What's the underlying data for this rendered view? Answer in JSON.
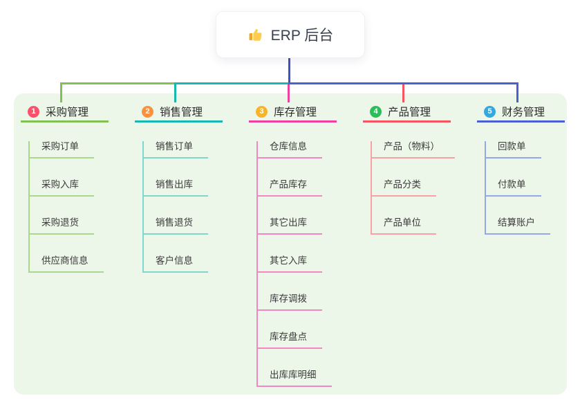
{
  "root": {
    "label": "ERP 后台",
    "icon": "thumbs-up-icon"
  },
  "branches": [
    {
      "index": "1",
      "label": "采购管理",
      "badge_color": "#f8536b",
      "line_color": "#7fc153",
      "child_line_color": "#a9d88b",
      "children": [
        "采购订单",
        "采购入库",
        "采购退货",
        "供应商信息"
      ]
    },
    {
      "index": "2",
      "label": "销售管理",
      "badge_color": "#f9913e",
      "line_color": "#17b9ae",
      "child_line_color": "#7fd6cd",
      "children": [
        "销售订单",
        "销售出库",
        "销售退货",
        "客户信息"
      ]
    },
    {
      "index": "3",
      "label": "库存管理",
      "badge_color": "#f7b32a",
      "line_color": "#ec41a0",
      "child_line_color": "#f387c4",
      "children": [
        "仓库信息",
        "产品库存",
        "其它出库",
        "其它入库",
        "库存调拨",
        "库存盘点",
        "出库库明细"
      ]
    },
    {
      "index": "4",
      "label": "产品管理",
      "badge_color": "#2cbd5b",
      "line_color": "#f4555e",
      "child_line_color": "#f9a0a4",
      "children": [
        "产品（物料）",
        "产品分类",
        "产品单位"
      ]
    },
    {
      "index": "5",
      "label": "财务管理",
      "badge_color": "#33a9e0",
      "line_color": "#4760d2",
      "child_line_color": "#93a9e6",
      "children": [
        "回款单",
        "付款单",
        "结算账户"
      ]
    }
  ],
  "colors": {
    "canvas_bg": "#ffffff",
    "panel_bg": "#edf7e9",
    "trunk": "#3f51c5",
    "root_text": "#39414f",
    "text": "#3a3a3a"
  }
}
